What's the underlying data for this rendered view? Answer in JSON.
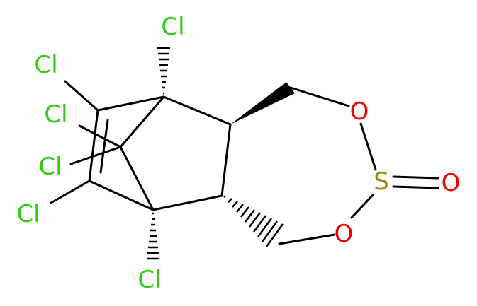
{
  "molecule": {
    "atoms": [
      {
        "id": "cl1",
        "text": "Cl",
        "element": "Cl"
      },
      {
        "id": "cl2",
        "text": "Cl",
        "element": "Cl"
      },
      {
        "id": "cl3",
        "text": "Cl",
        "element": "Cl"
      },
      {
        "id": "cl4",
        "text": "Cl",
        "element": "Cl"
      },
      {
        "id": "cl5",
        "text": "Cl",
        "element": "Cl"
      },
      {
        "id": "cl6",
        "text": "Cl",
        "element": "Cl"
      },
      {
        "id": "o1",
        "text": "O",
        "element": "O"
      },
      {
        "id": "o2",
        "text": "O",
        "element": "O"
      },
      {
        "id": "o3",
        "text": "O",
        "element": "O"
      },
      {
        "id": "s1",
        "text": "S",
        "element": "S"
      }
    ]
  },
  "colors": {
    "Cl": "#33cc11",
    "O": "#ee0000",
    "S": "#a08a00",
    "bond": "#000000"
  }
}
